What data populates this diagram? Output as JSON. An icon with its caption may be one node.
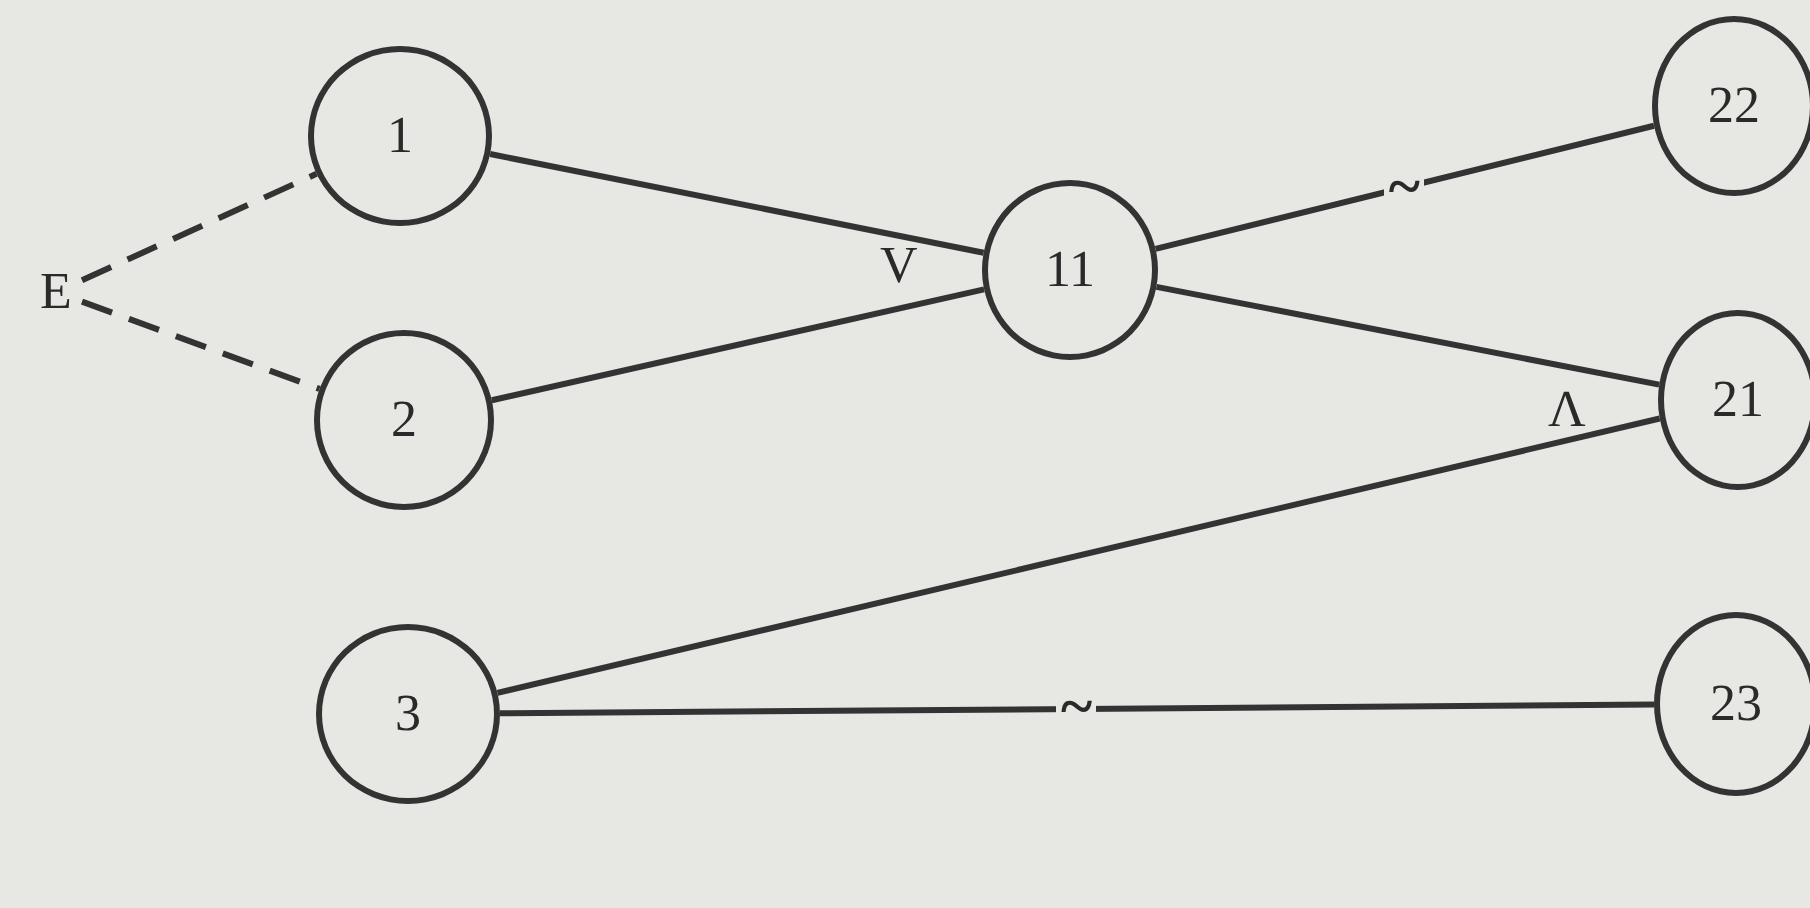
{
  "diagram": {
    "nodes": [
      {
        "text": [
          "E"
        ]
      },
      {
        "text": [
          "1"
        ]
      },
      {
        "text": [
          "2"
        ]
      },
      {
        "text": [
          "11"
        ]
      },
      {
        "text": [
          "22"
        ]
      },
      {
        "text": [
          "21"
        ]
      },
      {
        "text": [
          "3"
        ]
      },
      {
        "text": [
          "23"
        ]
      }
    ],
    "edges": [
      {
        "from": 0,
        "to": 1,
        "arrow": "none",
        "style": "dashed"
      },
      {
        "from": 0,
        "to": 2,
        "arrow": "none",
        "style": "dashed"
      },
      {
        "from": 1,
        "to": 3,
        "arrow": "none"
      },
      {
        "from": 2,
        "to": 3,
        "arrow": "none"
      },
      {
        "from": 3,
        "to": 4,
        "arrow": "none",
        "label": "~"
      },
      {
        "from": 3,
        "to": 5,
        "arrow": "none"
      },
      {
        "from": 6,
        "to": 5,
        "arrow": "none"
      },
      {
        "from": 6,
        "to": 7,
        "arrow": "none",
        "label": "~"
      }
    ],
    "labels": [
      "V",
      "Λ"
    ]
  }
}
